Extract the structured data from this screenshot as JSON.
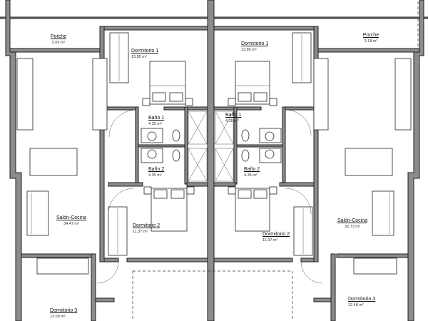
{
  "rooms": {
    "porche_l": {
      "name": "Porche",
      "area": "3.09 m²"
    },
    "porche_r": {
      "name": "Porche",
      "area": "3.18 m²"
    },
    "dorm1_l": {
      "name": "Dormitorio 1",
      "area": "13.85 m²"
    },
    "dorm1_r": {
      "name": "Dormitorio 1",
      "area": "13.85 m²"
    },
    "bano1_l": {
      "name": "Baño 1",
      "area": "4.35 m²"
    },
    "bano1_r": {
      "name": "Baño 1",
      "area": "4.35 m²"
    },
    "bano2_l": {
      "name": "Baño 2",
      "area": "4.35 m²"
    },
    "bano2_r": {
      "name": "Baño 2",
      "area": "4.35 m²"
    },
    "salon_l": {
      "name": "Salón-Cocina",
      "area": "34.47 m²"
    },
    "salon_r": {
      "name": "Salón-Cocina",
      "area": "32.73 m²"
    },
    "dorm2_l": {
      "name": "Dormitorio 2",
      "area": "11.37 m²"
    },
    "dorm2_r": {
      "name": "Dormitorio 2",
      "area": "11.37 m²"
    },
    "dorm3_l": {
      "name": "Dormitorio 3",
      "area": "13.00 m²"
    },
    "dorm3_r": {
      "name": "Dormitorio 3",
      "area": "12.48 m²"
    }
  },
  "colors": {
    "wall": "#8c8c8c",
    "line": "#222222"
  }
}
